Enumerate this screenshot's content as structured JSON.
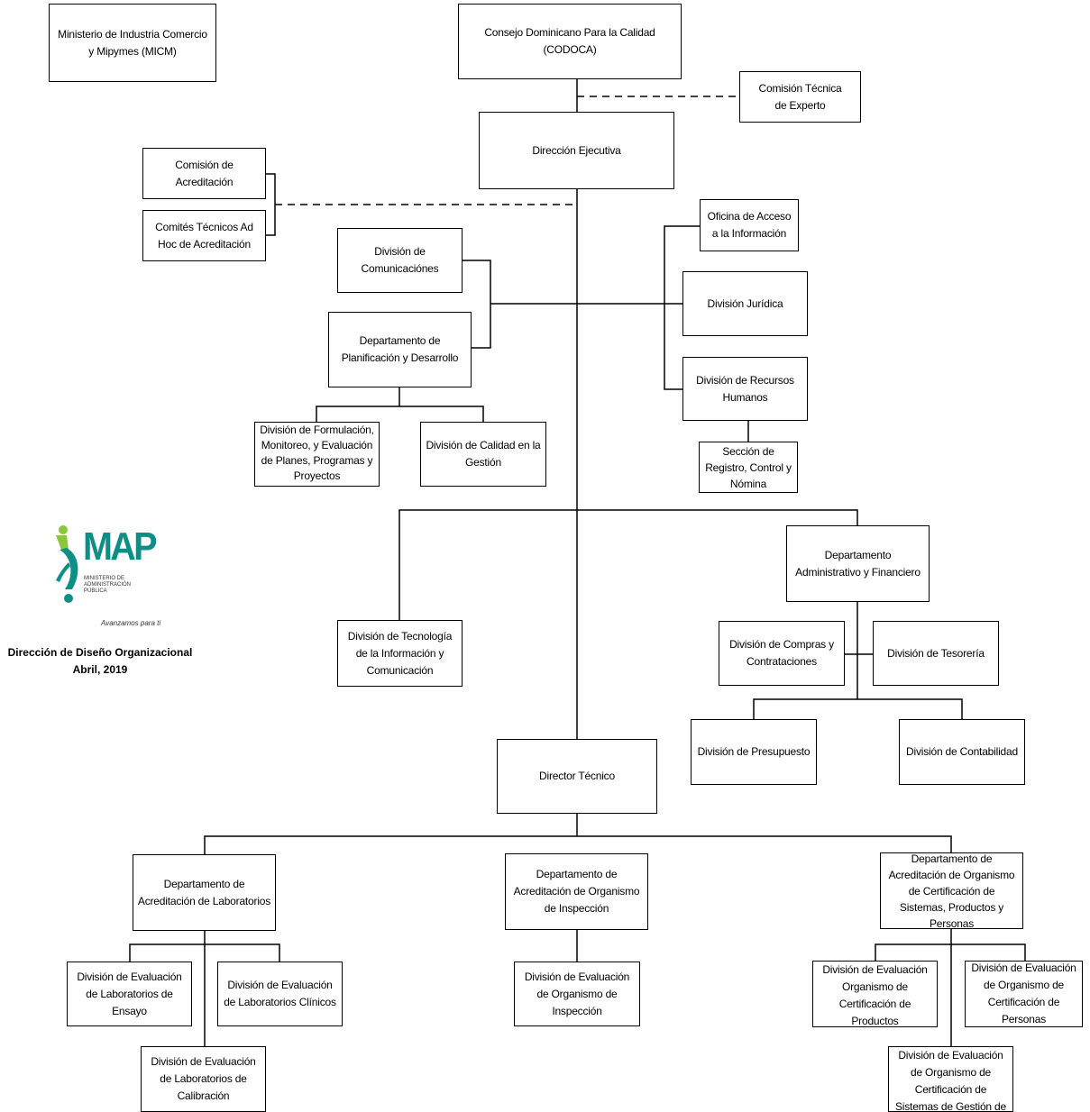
{
  "boxes": {
    "micm": "Ministerio de Industria Comercio y Mipymes (MICM)",
    "codoca": "Consejo Dominicano Para la Calidad (CODOCA)",
    "comision_tecnica": "Comisión Técnica de Experto",
    "direccion_ejecutiva": "Dirección Ejecutiva",
    "comision_acreditacion": "Comisión de Acreditación",
    "comites_tecnicos": "Comités Técnicos Ad Hoc de Acreditación",
    "oficina_acceso": "Oficina de Acceso a la Información",
    "div_comunicaciones": "División de Comunicaciónes",
    "div_juridica": "División Jurídica",
    "depto_planificacion": "Departamento de Planificación y Desarrollo",
    "div_recursos_humanos": "División de Recursos Humanos",
    "div_formulacion": "División de Formulación, Monitoreo, y Evaluación de Planes, Programas y Proyectos",
    "div_calidad_gestion": "División de Calidad en la Gestión",
    "seccion_registro": "Sección de Registro, Control y Nómina",
    "depto_administrativo": "Departamento Administrativo y Financiero",
    "div_tecnologia": "División de Tecnología de la Información y Comunicación",
    "div_compras": "División de Compras y Contrataciones",
    "div_tesoreria": "División de Tesorería",
    "div_presupuesto": "División de Presupuesto",
    "div_contabilidad": "División de Contabilidad",
    "director_tecnico": "Director Técnico",
    "depto_laboratorios": "Departamento de Acreditación de Laboratorios",
    "depto_inspeccion": "Departamento de Acreditación de Organismo de Inspección",
    "depto_certificacion": "Departamento de Acreditación de Organismo de Certificación de Sistemas, Productos y Personas",
    "div_lab_ensayo": "División de Evaluación de Laboratorios de Ensayo",
    "div_lab_clinicos": "División de Evaluación de Laboratorios Clínicos",
    "div_lab_calibracion": "División de Evaluación de Laboratorios de Calibración",
    "div_org_inspeccion": "División de Evaluación de Organismo de Inspección",
    "div_cert_productos": "División de  Evaluación Organismo de Certificación de Productos",
    "div_cert_personas": "División de Evaluación de Organismo de Certificación de Personas",
    "div_cert_sistemas": "División de Evaluación de Organismo de Certificación de Sistemas de Gestión de Calidad"
  },
  "logo": {
    "wordmark": "MAP",
    "subtitle": "MINISTERIO DE ADMINISTRACIÓN PÚBLICA",
    "slogan": "Avanzamos para ti",
    "color": "#0e8f86"
  },
  "credit": {
    "line1": "Dirección de Diseño Organizacional",
    "line2": "Abril, 2019"
  }
}
